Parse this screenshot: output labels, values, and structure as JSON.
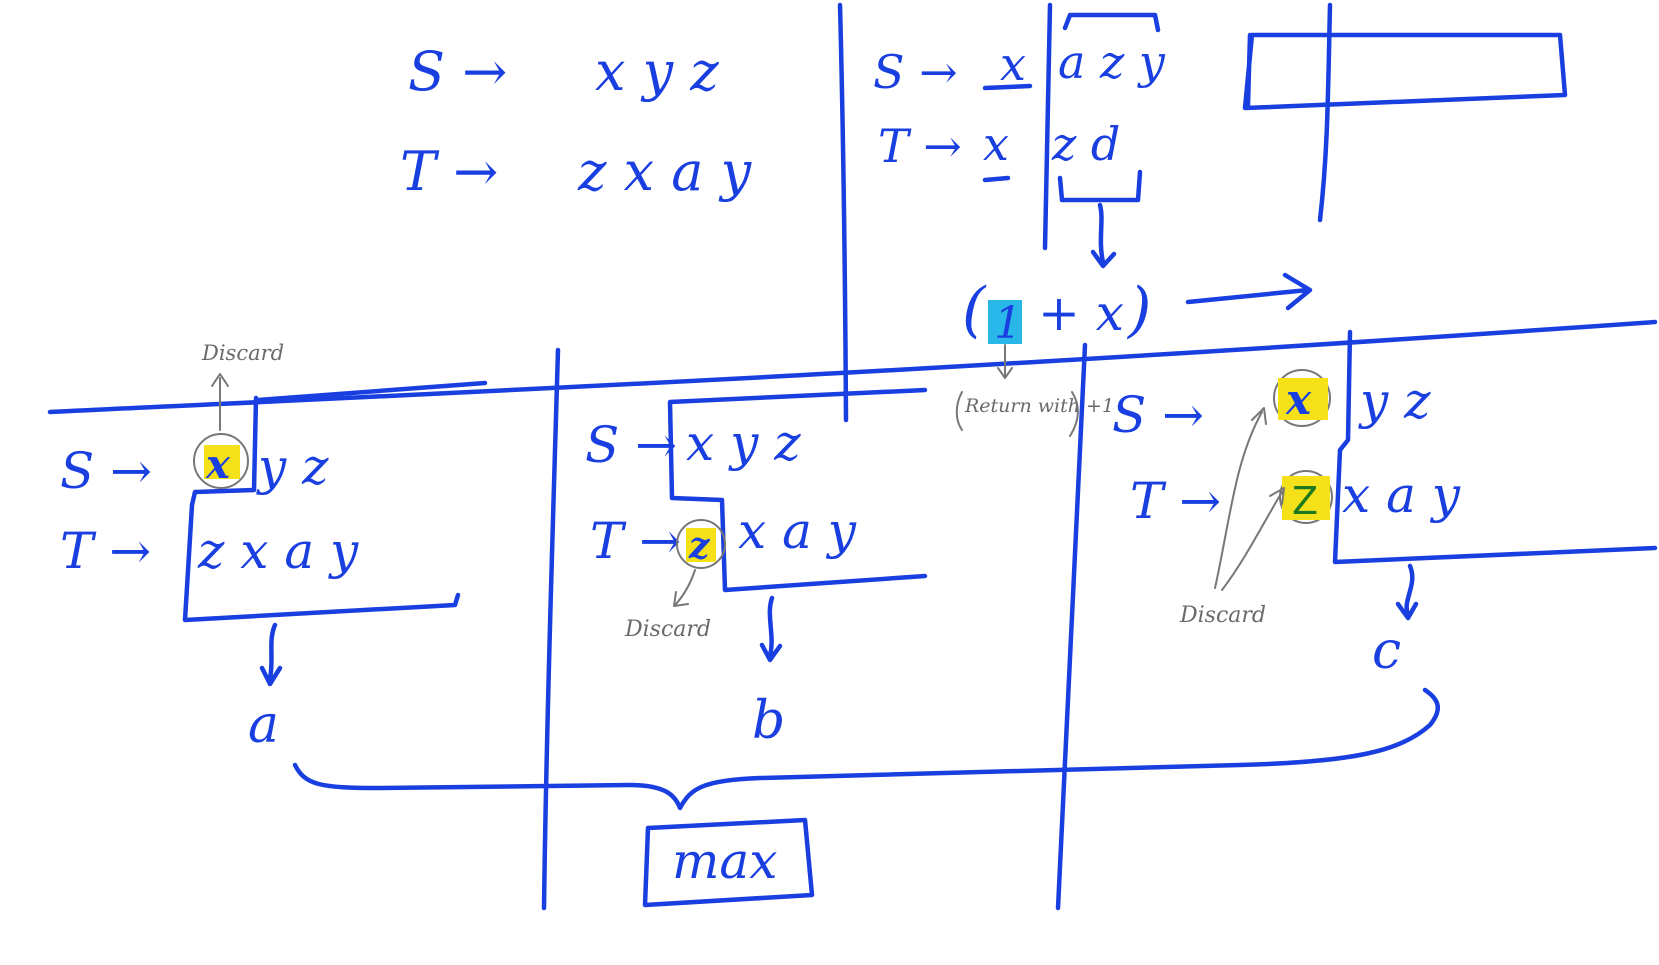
{
  "colors": {
    "ink": "#1a3fe0",
    "highlight_yellow": "#f4e11a",
    "highlight_cyan": "#29b6e8",
    "green_ink": "#1f7a1f",
    "annotation_gray": "#6a6a6a"
  },
  "top_left": {
    "s_label": "S →",
    "s_value": "x y z",
    "t_label": "T →",
    "t_value": "z x a y"
  },
  "top_middle": {
    "s_label": "S →",
    "s_first": "x",
    "s_rest": "a z y",
    "t_label": "T →",
    "t_first": "x",
    "t_rest": "z d",
    "result_open": "(",
    "result_one": "1",
    "result_plus": "+ x",
    "result_close": ")",
    "return_note": "Return with +1"
  },
  "case_a": {
    "discard_note": "Discard",
    "s_label": "S →",
    "s_first": "x",
    "s_rest": "y z",
    "t_label": "T →",
    "t_rest": "z x a y",
    "label": "a"
  },
  "case_b": {
    "s_label": "S →",
    "s_rest": "x y z",
    "t_label": "T →",
    "t_first": "z",
    "t_rest": "x a y",
    "discard_note": "Discard",
    "label": "b"
  },
  "case_c": {
    "s_label": "S →",
    "s_first": "x",
    "s_rest": "y z",
    "t_label": "T →",
    "t_first": "Z",
    "t_rest": "x a y",
    "discard_note": "Discard",
    "label": "c"
  },
  "max_label": "max"
}
